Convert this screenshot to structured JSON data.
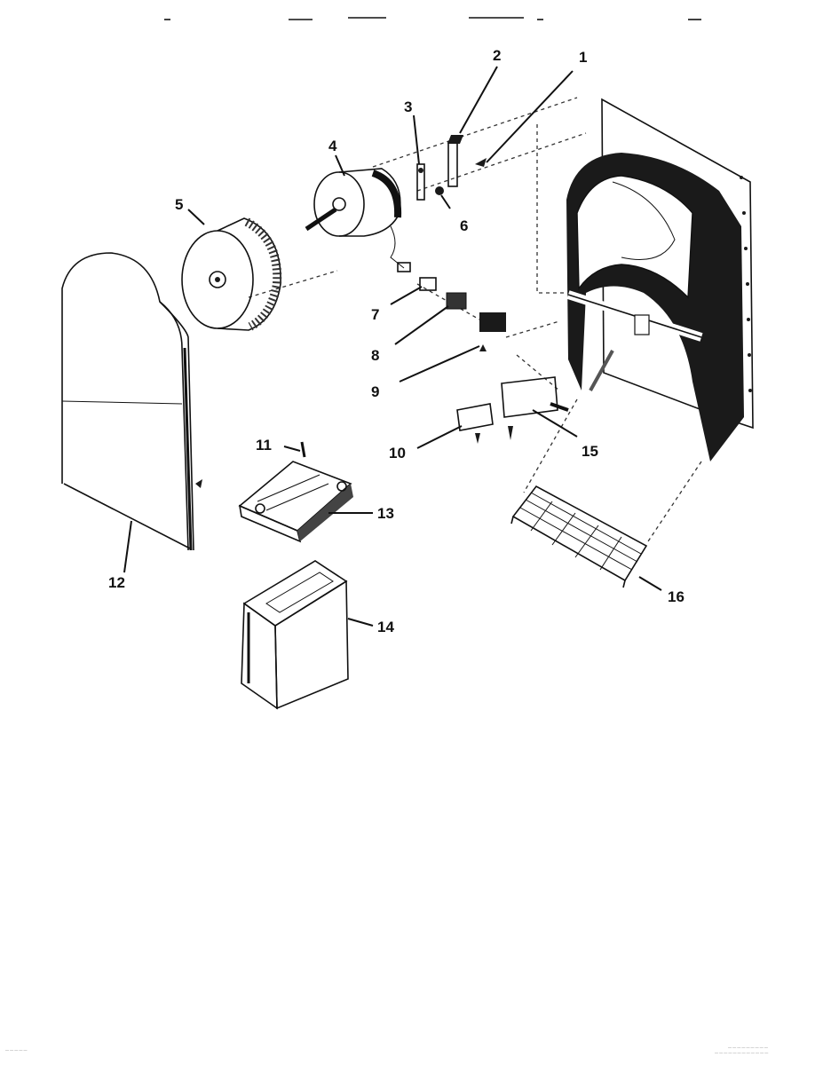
{
  "diagram": {
    "type": "exploded-parts-view",
    "callouts": [
      {
        "id": "callout-1",
        "text": "1"
      },
      {
        "id": "callout-2",
        "text": "2"
      },
      {
        "id": "callout-3",
        "text": "3"
      },
      {
        "id": "callout-4",
        "text": "4"
      },
      {
        "id": "callout-5",
        "text": "5"
      },
      {
        "id": "callout-6",
        "text": "6"
      },
      {
        "id": "callout-7",
        "text": "7"
      },
      {
        "id": "callout-8",
        "text": "8"
      },
      {
        "id": "callout-9",
        "text": "9"
      },
      {
        "id": "callout-10",
        "text": "10"
      },
      {
        "id": "callout-11",
        "text": "11"
      },
      {
        "id": "callout-12",
        "text": "12"
      },
      {
        "id": "callout-13",
        "text": "13"
      },
      {
        "id": "callout-14",
        "text": "14"
      },
      {
        "id": "callout-15",
        "text": "15"
      },
      {
        "id": "callout-16",
        "text": "16"
      }
    ],
    "footer": {
      "left_fine_print": "— — — — —",
      "right_fine_print_1": "— — — — — — — — —",
      "right_fine_print_2": "— — — — — — — — — — — —"
    }
  }
}
